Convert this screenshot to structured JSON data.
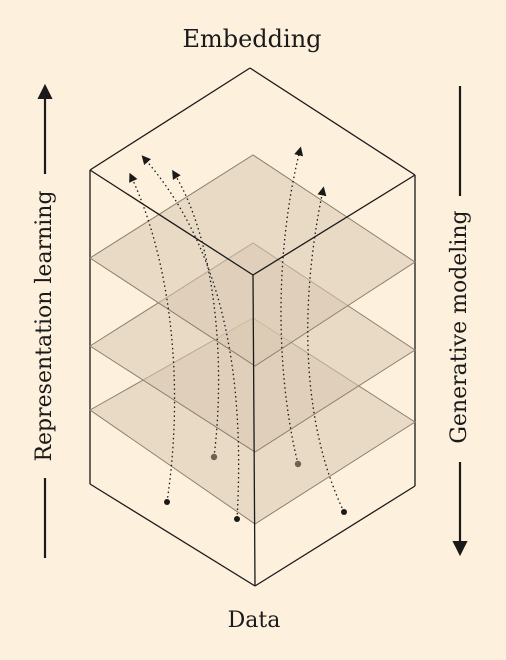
{
  "labels": {
    "top": "Embedding",
    "bottom": "Data",
    "left": "Representation learning",
    "right": "Generative modeling"
  },
  "colors": {
    "background": "#fdf0dc",
    "plane_fill": "#d9c9b3",
    "line": "#1a1a1a",
    "plane_edge": "#8c8070"
  }
}
